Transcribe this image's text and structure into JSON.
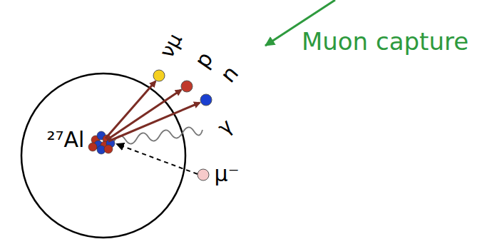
{
  "diagram": {
    "labels": [
      "Muon capture",
      "²⁷Al",
      "μ⁻",
      "νμ",
      "p",
      "n",
      "γ"
    ]
  }
}
